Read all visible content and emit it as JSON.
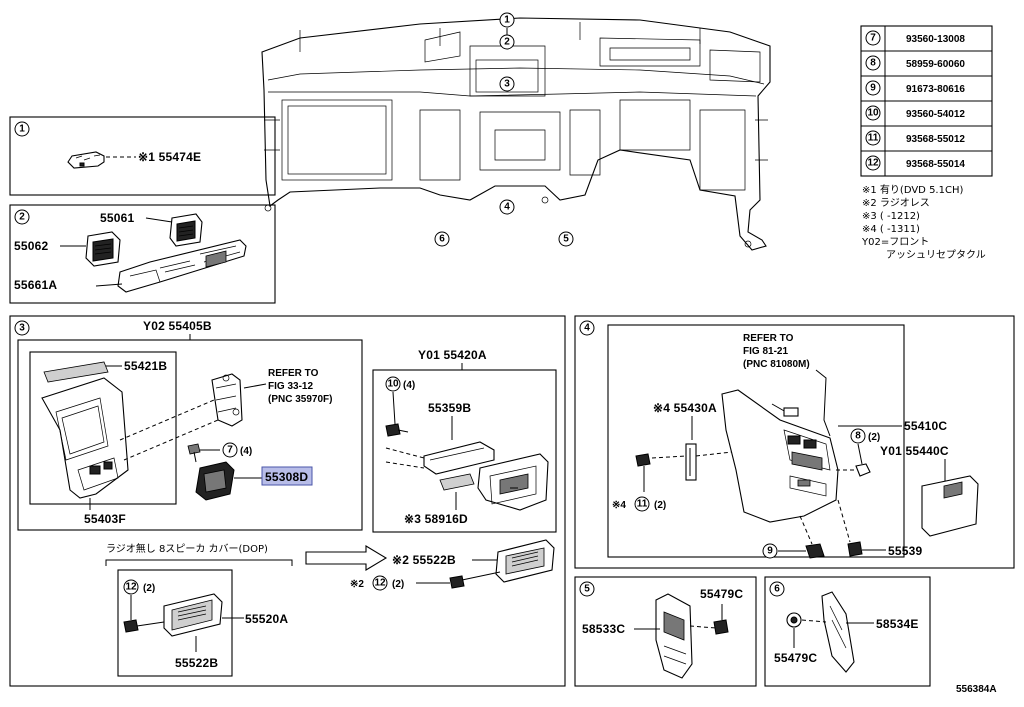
{
  "diagram_id": "556384A",
  "dash_callouts": [
    "1",
    "2",
    "3",
    "4",
    "5",
    "6"
  ],
  "legend": {
    "rows": [
      {
        "ref": "7",
        "part": "93560-13008"
      },
      {
        "ref": "8",
        "part": "58959-60060"
      },
      {
        "ref": "9",
        "part": "91673-80616"
      },
      {
        "ref": "10",
        "part": "93560-54012"
      },
      {
        "ref": "11",
        "part": "93568-55012"
      },
      {
        "ref": "12",
        "part": "93568-55014"
      }
    ],
    "notes": [
      "※1 有り(DVD 5.1CH)",
      "※2 ラジオレス",
      "※3 (      -1212)",
      "※4 (      -1311)",
      "Y02=フロント",
      "アッシュリセプタクル"
    ]
  },
  "panel1": {
    "num": "1",
    "label": "※1 55474E"
  },
  "panel2": {
    "num": "2",
    "labels": [
      "55061",
      "55062",
      "55661A"
    ]
  },
  "panel3": {
    "num": "3",
    "top_label": "Y02 55405B",
    "sub_a_labels": [
      "55421B",
      "55403F",
      "55308D"
    ],
    "refer": [
      "REFER TO",
      "FIG 33-12",
      "(PNC 35970F)"
    ],
    "qty7": "(4)",
    "sub_b_top": "Y01 55420A",
    "qty10": "(4)",
    "sub_b_labels": [
      "55359B",
      "※3 58916D"
    ],
    "radio_note": "ラジオ無し 8スピーカ カバー(DOP)",
    "label_55522B_a": "※2 55522B",
    "label_12_a_prefix": "※2",
    "qty12_a": "(2)",
    "qty12_b": "(2)",
    "sub_c_labels": [
      "55520A",
      "55522B"
    ]
  },
  "panel4": {
    "num": "4",
    "refer": [
      "REFER TO",
      "FIG 81-21",
      "(PNC 81080M)"
    ],
    "labels": [
      "※4 55430A",
      "55410C",
      "Y01 55440C",
      "55539"
    ],
    "qty8": "(2)",
    "label_11_prefix": "※4",
    "qty11": "(2)"
  },
  "panel5": {
    "num": "5",
    "labels": [
      "55479C",
      "58533C"
    ]
  },
  "panel6": {
    "num": "6",
    "labels": [
      "58534E",
      "55479C"
    ]
  }
}
